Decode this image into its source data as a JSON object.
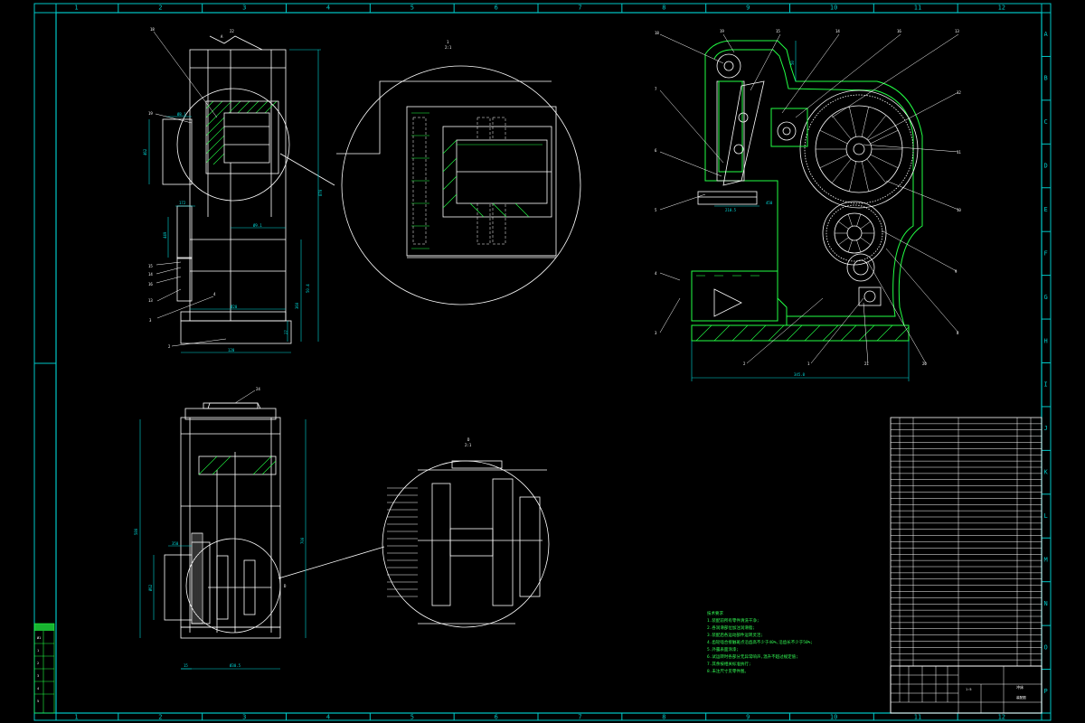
{
  "frame": {
    "column_labels": [
      "1",
      "2",
      "3",
      "4",
      "5",
      "6",
      "7",
      "8",
      "9",
      "10",
      "11",
      "12"
    ],
    "row_labels": [
      "A",
      "B",
      "C",
      "D",
      "E",
      "F",
      "G",
      "H",
      "I",
      "J",
      "K",
      "L",
      "M",
      "N",
      "O",
      "P"
    ]
  },
  "colors": {
    "background": "#000000",
    "frame": "#00c8c8",
    "geometry": "#ffffff",
    "hatch_green": "#22ff44",
    "dimension": "#00d8d8",
    "notes": "#33ff55"
  },
  "views": {
    "top_left": {
      "section_mark": "A",
      "label": "22"
    },
    "detail_upper": {
      "label": "1",
      "scale": "2:1"
    },
    "detail_lower": {
      "label": "D",
      "scale": "2:1"
    },
    "front_view": {
      "leader_numbers": [
        "18",
        "19",
        "15",
        "14",
        "16",
        "13",
        "12",
        "11",
        "10",
        "9",
        "8",
        "7",
        "6",
        "5",
        "4",
        "3",
        "2",
        "1",
        "21",
        "20"
      ]
    }
  },
  "dimensions": {
    "upper_left": [
      "Ø8.1",
      "462",
      "172",
      "449",
      "Ø9.1",
      "Ø20",
      "360",
      "27",
      "50.4",
      "30",
      "120",
      "870",
      "Ø80.6"
    ],
    "lower_left": [
      "580",
      "Ø62",
      "350",
      "700",
      "15",
      "Ø30.5"
    ],
    "front": [
      "210.5",
      "450",
      "50",
      "100",
      "580",
      "345.0",
      "Ø80"
    ]
  },
  "notes": [
    "技术要求",
    "1.装配前所有零件清洗干净;",
    "2.各润滑部位加注润滑脂;",
    "3.装配后各运动部件运转灵活;",
    "4.齿轮啮合接触斑点沿齿高不少于40%,沿齿长不少于50%;",
    "5.外露表面涂漆;",
    "6.试运转时各部分无异常响声,温升不超过规定值;",
    "7.其余按相关标准执行;",
    "8.未注尺寸见零件图。"
  ],
  "side_labels": [
    "Ø1",
    "1",
    "2",
    "3",
    "4",
    "5"
  ],
  "title_block": {
    "drawing_name": "冲床",
    "mark": "装配图",
    "scale": "1:5"
  }
}
